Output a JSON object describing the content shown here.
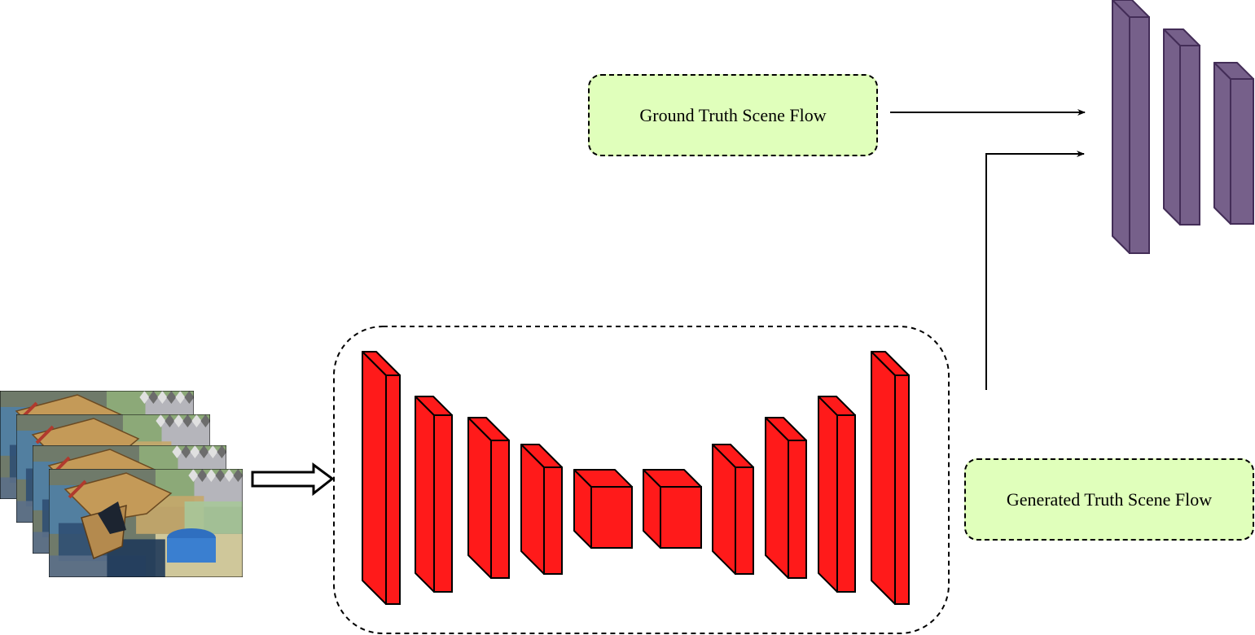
{
  "labels": {
    "ground_truth": "Ground Truth Scene Flow",
    "generated": "Generated Truth Scene Flow"
  },
  "colors": {
    "unet_block": "#ff1a1a",
    "discriminator_block": "#76608a",
    "discriminator_stroke": "#432d57",
    "label_fill": "#e0ffbb",
    "line": "#000000"
  },
  "input_frames": {
    "count": 4
  }
}
